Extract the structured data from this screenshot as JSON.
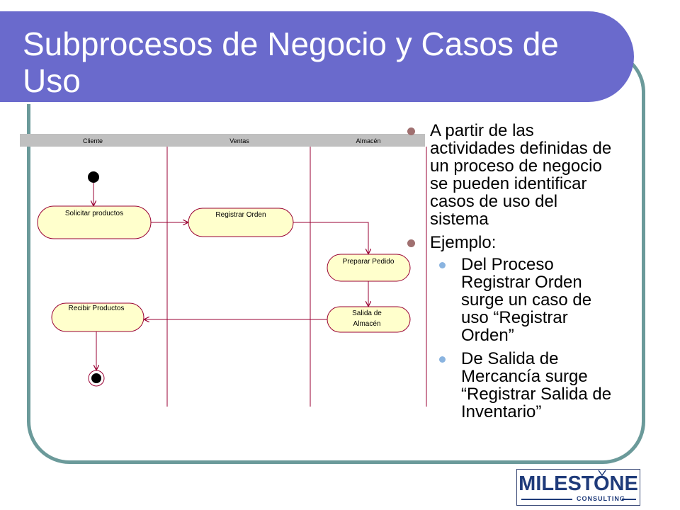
{
  "slide": {
    "title": "Subprocesos de Negocio y Casos de Uso"
  },
  "diagram": {
    "lanes": [
      "Cliente",
      "Ventas",
      "Almacén"
    ],
    "activities": {
      "solicitar": "Solicitar productos",
      "registrar": "Registrar Orden",
      "preparar": "Preparar Pedido",
      "salida_1": "Salida de",
      "salida_2": "Almacén",
      "recibir": "Recibir Productos"
    }
  },
  "bullets": {
    "b1": "A partir de las actividades definidas de un proceso de negocio se pueden identificar casos de uso del sistema",
    "b2": "Ejemplo:",
    "s1": "Del Proceso Registrar Orden surge un caso de uso “Registrar Orden”",
    "s2": "De Salida de Mercancía surge “Registrar Salida de Inventario”"
  },
  "logo": {
    "word": "MILESTONE",
    "sub": "CONSULTING"
  },
  "colors": {
    "title_band": "#6a6acc",
    "frame": "#6b9a9a",
    "activity_fill": "#ffffcc",
    "activity_stroke": "#990033",
    "lane_header": "#c0c0c0",
    "logo": "#1f3b7a"
  }
}
